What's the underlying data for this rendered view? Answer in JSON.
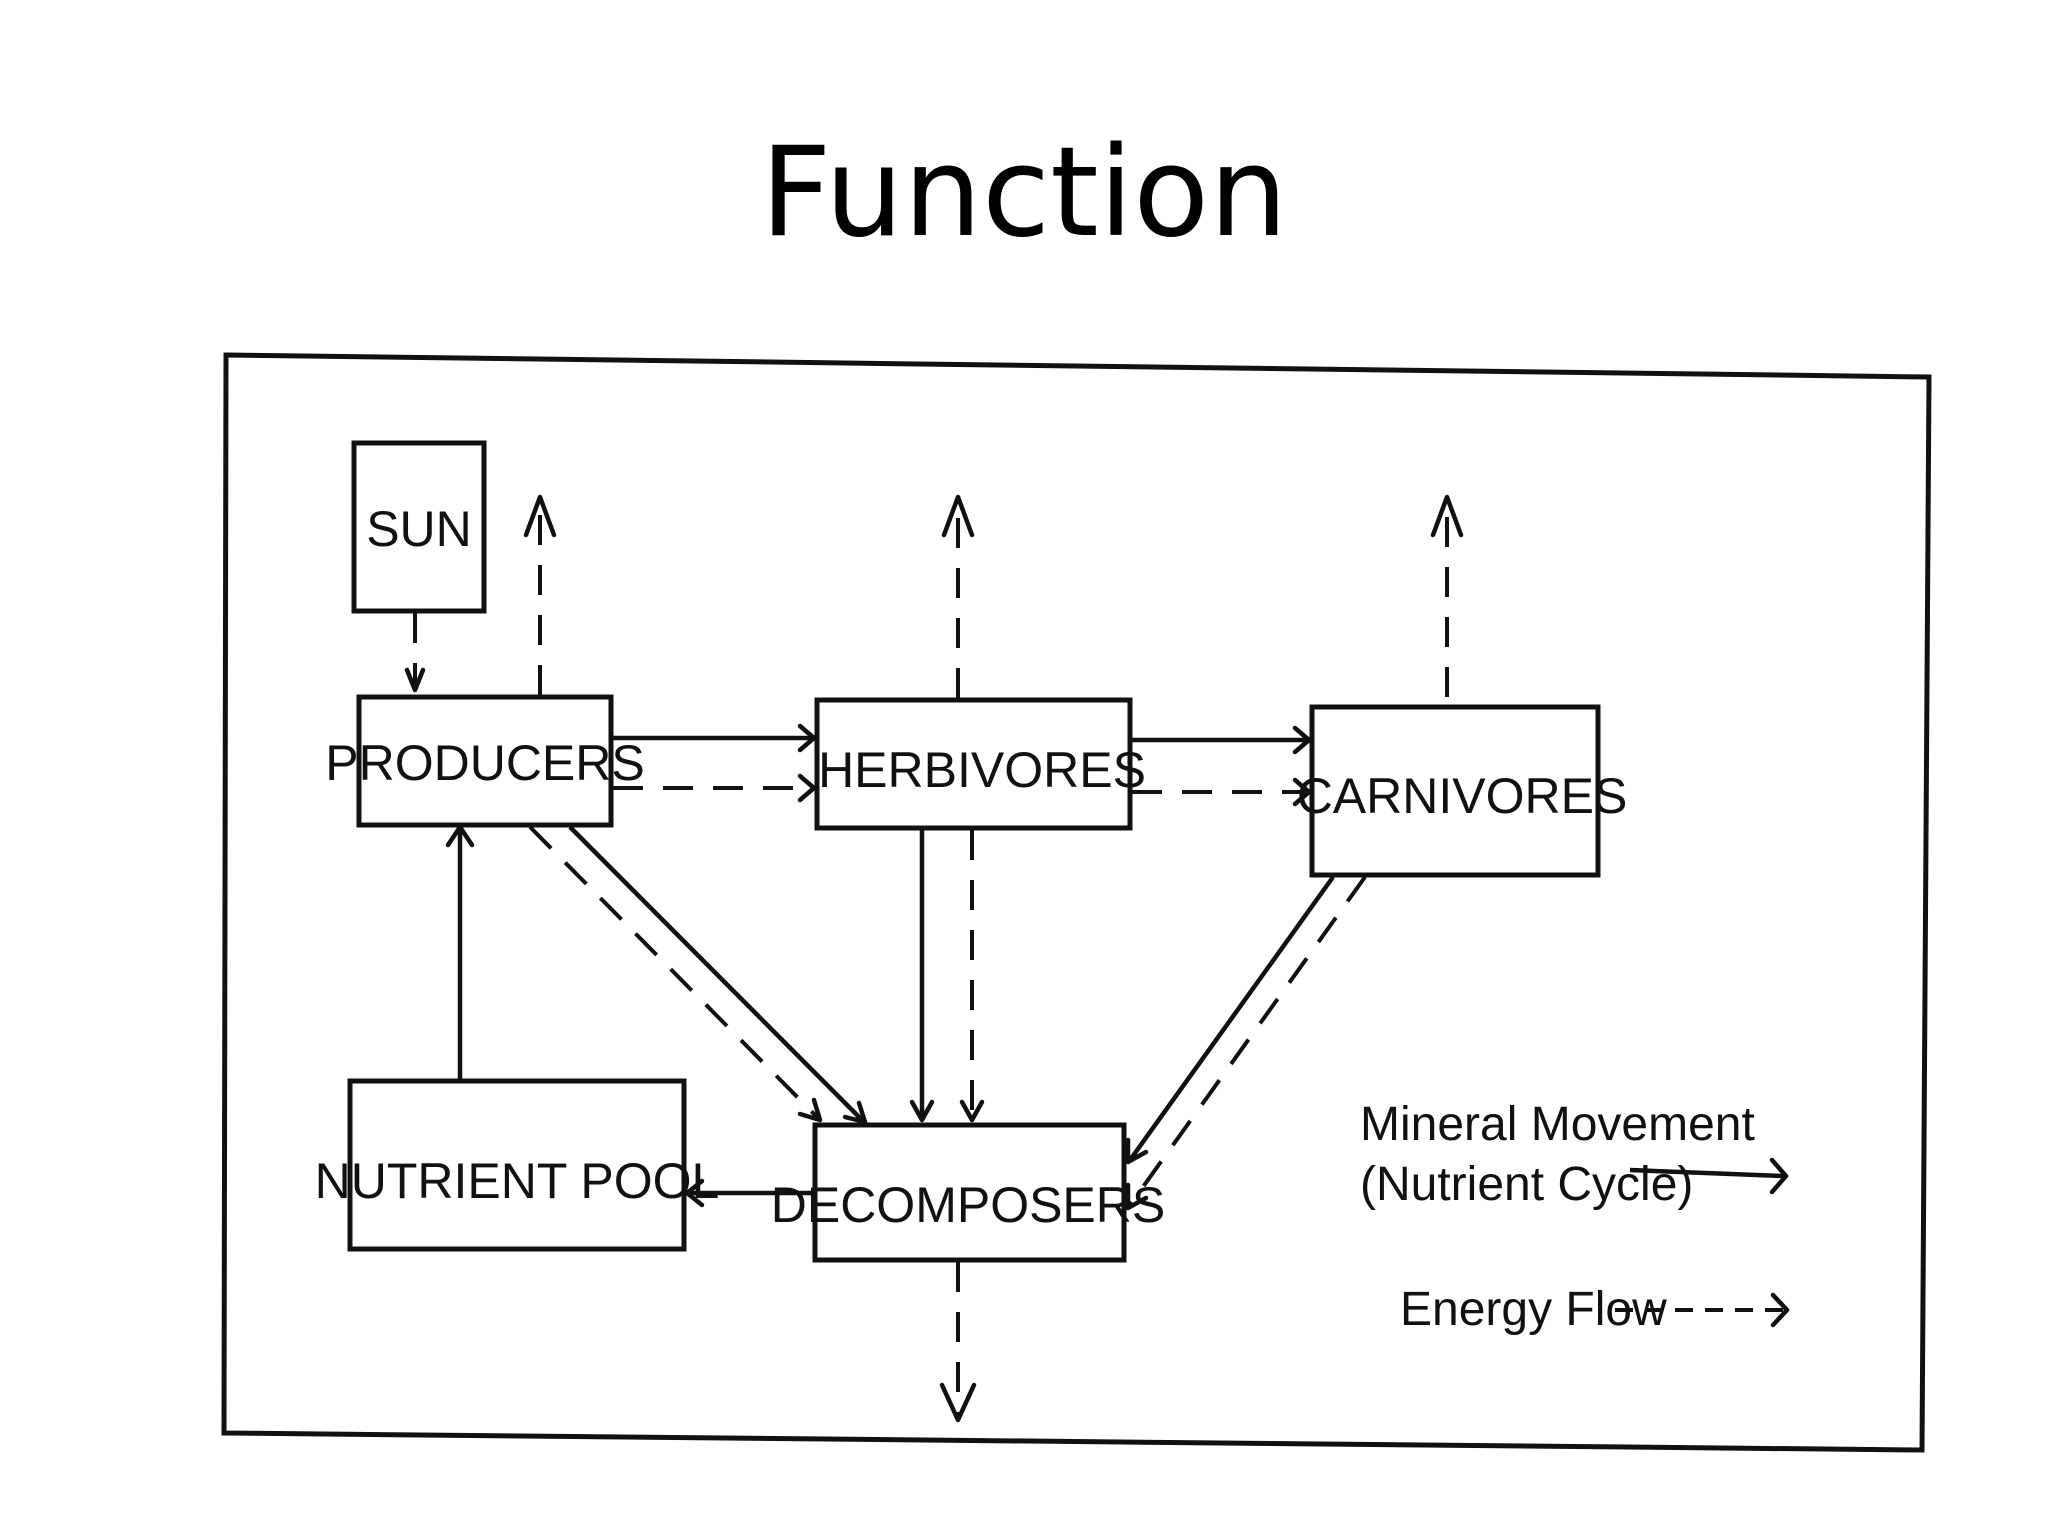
{
  "title": "Function",
  "diagram": {
    "boxes": {
      "sun": "SUN",
      "producers": "PRODUCERS",
      "herbivores": "HERBIVORES",
      "carnivores": "CARNIVORES",
      "nutrient_pool": "NUTRIENT POOL",
      "decomposers": "DECOMPOSERS"
    },
    "legend": {
      "mineral_line1": "Mineral Movement",
      "mineral_line2": "(Nutrient Cycle)",
      "energy": "Energy Flow"
    }
  }
}
